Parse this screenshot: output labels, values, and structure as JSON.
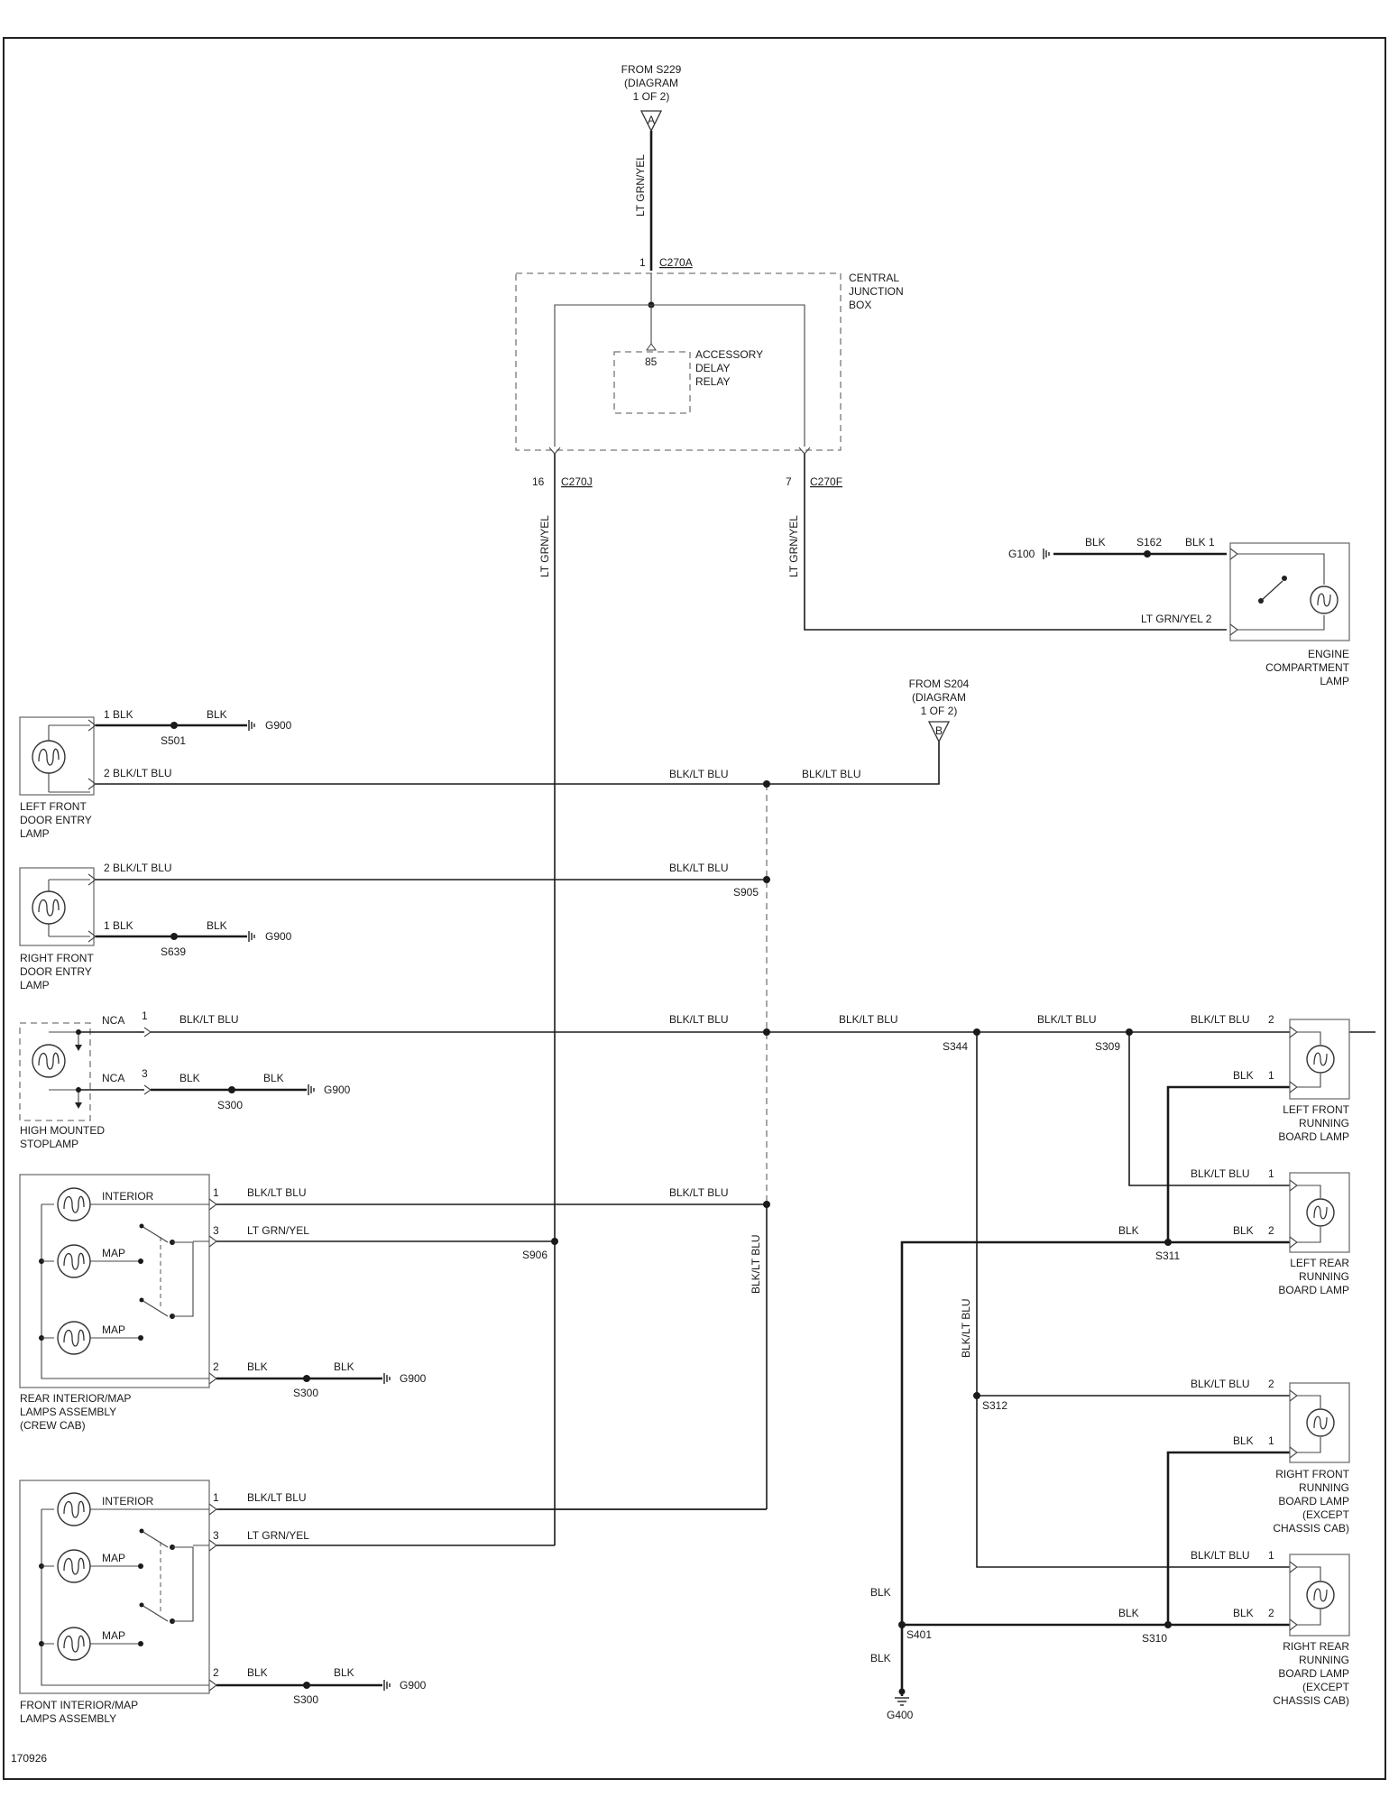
{
  "source_a": {
    "line1": "FROM S229",
    "line2": "(DIAGRAM",
    "line3": "1 OF 2)",
    "letter": "A"
  },
  "source_b": {
    "line1": "FROM S204",
    "line2": "(DIAGRAM",
    "line3": "1 OF 2)",
    "letter": "B"
  },
  "junction_box": {
    "line1": "CENTRAL",
    "line2": "JUNCTION",
    "line3": "BOX",
    "pin_in": "1",
    "conn_in": "C270A",
    "pin_out_left": "16",
    "conn_out_left": "C270J",
    "pin_out_right": "7",
    "conn_out_right": "C270F"
  },
  "relay": {
    "pin": "85",
    "line1": "ACCESSORY",
    "line2": "DELAY",
    "line3": "RELAY"
  },
  "wires": {
    "blk": "BLK",
    "blk_lt_blu": "BLK/LT BLU",
    "lt_grn_yel": "LT GRN/YEL",
    "one_blk": "1 BLK",
    "two_blk_lt_blu": "2 BLK/LT BLU",
    "nca": "NCA"
  },
  "pins": {
    "p1": "1",
    "p2": "2",
    "p3": "3"
  },
  "splices": {
    "s162": "S162",
    "s501": "S501",
    "s639": "S639",
    "s300": "S300",
    "s905": "S905",
    "s344": "S344",
    "s309": "S309",
    "s311": "S311",
    "s906": "S906",
    "s312": "S312",
    "s401": "S401",
    "s310": "S310"
  },
  "grounds": {
    "g100": "G100",
    "g900": "G900",
    "g400": "G400"
  },
  "engine_lamp": {
    "line1": "ENGINE",
    "line2": "COMPARTMENT",
    "line3": "LAMP",
    "w1": "LT GRN/YEL  2",
    "w2": "BLK  1"
  },
  "left_front_door": {
    "line1": "LEFT FRONT",
    "line2": "DOOR ENTRY",
    "line3": "LAMP"
  },
  "right_front_door": {
    "line1": "RIGHT FRONT",
    "line2": "DOOR ENTRY",
    "line3": "LAMP"
  },
  "stoplamp": {
    "line1": "HIGH MOUNTED",
    "line2": "STOPLAMP"
  },
  "rear_assembly": {
    "line1": "REAR INTERIOR/MAP",
    "line2": "LAMPS ASSEMBLY",
    "line3": "(CREW CAB)",
    "interior": "INTERIOR",
    "map": "MAP"
  },
  "front_assembly": {
    "line1": "FRONT INTERIOR/MAP",
    "line2": "LAMPS ASSEMBLY",
    "interior": "INTERIOR",
    "map": "MAP"
  },
  "lf_running": {
    "line1": "LEFT FRONT",
    "line2": "RUNNING",
    "line3": "BOARD LAMP"
  },
  "lr_running": {
    "line1": "LEFT REAR",
    "line2": "RUNNING",
    "line3": "BOARD LAMP"
  },
  "rf_running": {
    "line1": "RIGHT FRONT",
    "line2": "RUNNING",
    "line3": "BOARD LAMP",
    "line4": "(EXCEPT",
    "line5": "CHASSIS CAB)"
  },
  "rr_running": {
    "line1": "RIGHT REAR",
    "line2": "RUNNING",
    "line3": "BOARD LAMP",
    "line4": "(EXCEPT",
    "line5": "CHASSIS CAB)"
  },
  "figure_id": "170926"
}
